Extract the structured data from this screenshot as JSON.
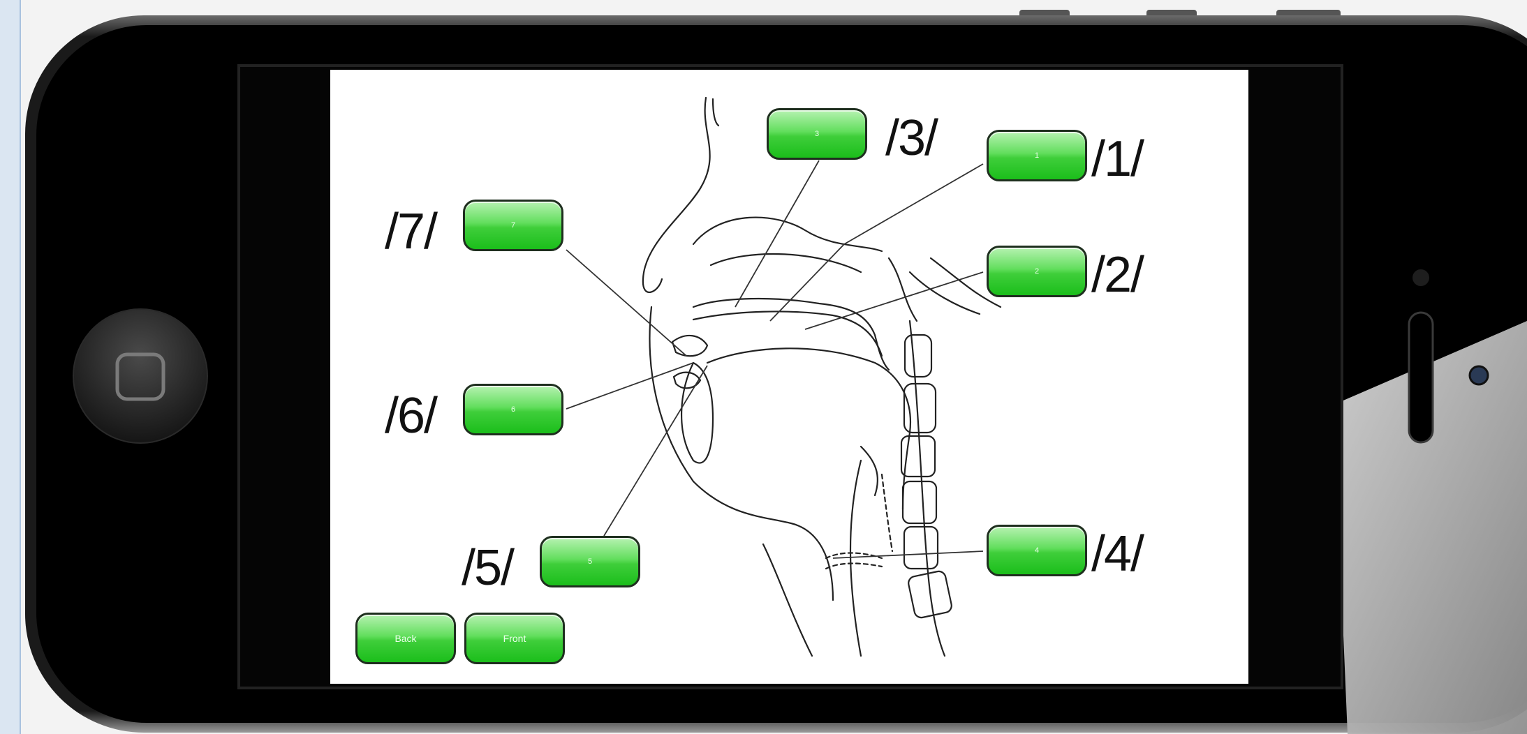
{
  "screen": {
    "labels": {
      "l1": "/1/",
      "l2": "/2/",
      "l3": "/3/",
      "l4": "/4/",
      "l5": "/5/",
      "l6": "/6/",
      "l7": "/7/"
    },
    "buttons": {
      "b1": "1",
      "b2": "2",
      "b3": "3",
      "b4": "4",
      "b5": "5",
      "b6": "6",
      "b7": "7"
    },
    "nav": {
      "back": "Back",
      "front": "Front"
    }
  },
  "colors": {
    "button_green": "#3fce3a",
    "device_frame": "#000000",
    "screen_bg": "#ffffff"
  },
  "icons": {
    "home": "home-button-square-icon",
    "camera": "camera-icon",
    "speaker": "speaker-icon"
  }
}
